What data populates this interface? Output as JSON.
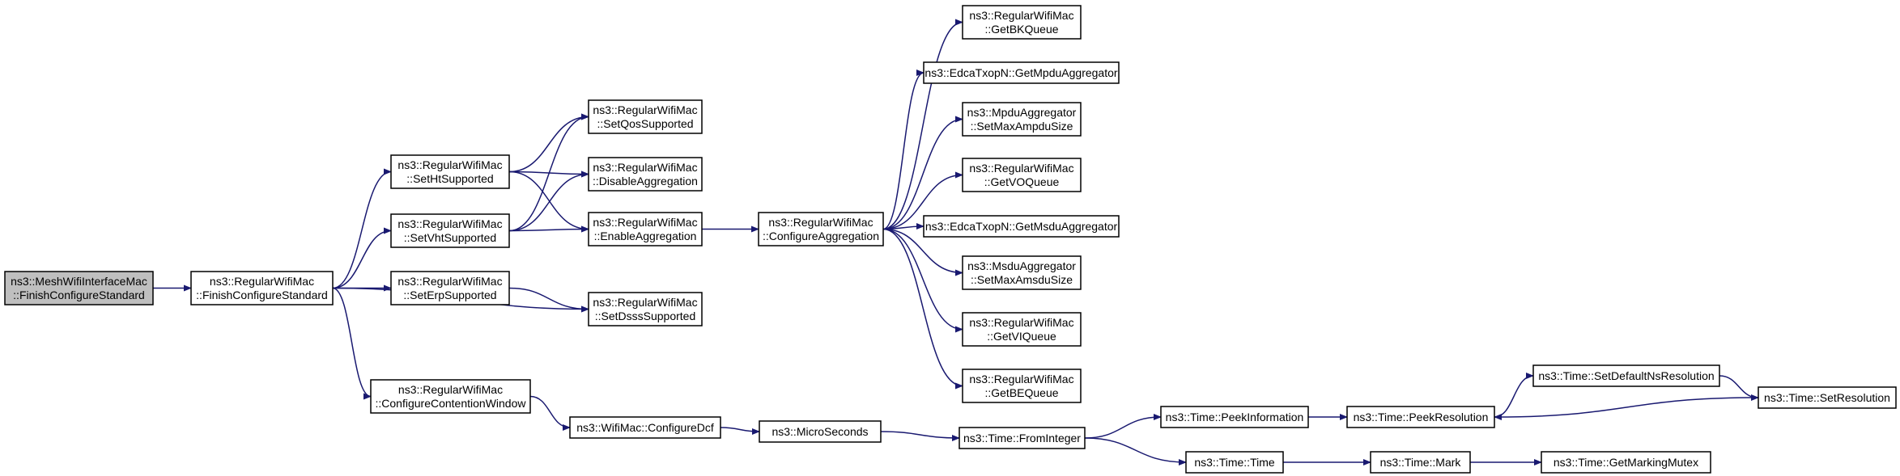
{
  "nodes": [
    {
      "id": "root",
      "lines": [
        "ns3::MeshWifiInterfaceMac",
        "::FinishConfigureStandard"
      ],
      "root": true
    },
    {
      "id": "rw_fcs",
      "lines": [
        "ns3::RegularWifiMac",
        "::FinishConfigureStandard"
      ]
    },
    {
      "id": "rw_setht",
      "lines": [
        "ns3::RegularWifiMac",
        "::SetHtSupported"
      ]
    },
    {
      "id": "rw_setvht",
      "lines": [
        "ns3::RegularWifiMac",
        "::SetVhtSupported"
      ]
    },
    {
      "id": "rw_seterp",
      "lines": [
        "ns3::RegularWifiMac",
        "::SetErpSupported"
      ]
    },
    {
      "id": "rw_ccw",
      "lines": [
        "ns3::RegularWifiMac",
        "::ConfigureContentionWindow"
      ]
    },
    {
      "id": "rw_setqos",
      "lines": [
        "ns3::RegularWifiMac",
        "::SetQosSupported"
      ]
    },
    {
      "id": "rw_disagg",
      "lines": [
        "ns3::RegularWifiMac",
        "::DisableAggregation"
      ]
    },
    {
      "id": "rw_enagg",
      "lines": [
        "ns3::RegularWifiMac",
        "::EnableAggregation"
      ]
    },
    {
      "id": "rw_setdsss",
      "lines": [
        "ns3::RegularWifiMac",
        "::SetDsssSupported"
      ]
    },
    {
      "id": "wm_cdcf",
      "lines": [
        "ns3::WifiMac::ConfigureDcf"
      ]
    },
    {
      "id": "rw_cagg",
      "lines": [
        "ns3::RegularWifiMac",
        "::ConfigureAggregation"
      ]
    },
    {
      "id": "microsec",
      "lines": [
        "ns3::MicroSeconds"
      ]
    },
    {
      "id": "rw_bk",
      "lines": [
        "ns3::RegularWifiMac",
        "::GetBKQueue"
      ]
    },
    {
      "id": "edca_mpdu",
      "lines": [
        "ns3::EdcaTxopN::GetMpduAggregator"
      ]
    },
    {
      "id": "mpdu_setmax",
      "lines": [
        "ns3::MpduAggregator",
        "::SetMaxAmpduSize"
      ]
    },
    {
      "id": "rw_vo",
      "lines": [
        "ns3::RegularWifiMac",
        "::GetVOQueue"
      ]
    },
    {
      "id": "edca_msdu",
      "lines": [
        "ns3::EdcaTxopN::GetMsduAggregator"
      ]
    },
    {
      "id": "msdu_setmax",
      "lines": [
        "ns3::MsduAggregator",
        "::SetMaxAmsduSize"
      ]
    },
    {
      "id": "rw_vi",
      "lines": [
        "ns3::RegularWifiMac",
        "::GetVIQueue"
      ]
    },
    {
      "id": "rw_be",
      "lines": [
        "ns3::RegularWifiMac",
        "::GetBEQueue"
      ]
    },
    {
      "id": "t_fromint",
      "lines": [
        "ns3::Time::FromInteger"
      ]
    },
    {
      "id": "t_peekinfo",
      "lines": [
        "ns3::Time::PeekInformation"
      ]
    },
    {
      "id": "t_time",
      "lines": [
        "ns3::Time::Time"
      ]
    },
    {
      "id": "t_peekres",
      "lines": [
        "ns3::Time::PeekResolution"
      ]
    },
    {
      "id": "t_mark",
      "lines": [
        "ns3::Time::Mark"
      ]
    },
    {
      "id": "t_setdef",
      "lines": [
        "ns3::Time::SetDefaultNsResolution"
      ]
    },
    {
      "id": "t_getmutex",
      "lines": [
        "ns3::Time::GetMarkingMutex"
      ]
    },
    {
      "id": "t_setres",
      "lines": [
        "ns3::Time::SetResolution"
      ]
    }
  ],
  "edges": [
    [
      "root",
      "rw_fcs"
    ],
    [
      "rw_fcs",
      "rw_setht"
    ],
    [
      "rw_fcs",
      "rw_setvht"
    ],
    [
      "rw_fcs",
      "rw_seterp"
    ],
    [
      "rw_fcs",
      "rw_setdsss"
    ],
    [
      "rw_fcs",
      "rw_ccw"
    ],
    [
      "rw_setht",
      "rw_setqos"
    ],
    [
      "rw_setht",
      "rw_disagg"
    ],
    [
      "rw_setht",
      "rw_enagg"
    ],
    [
      "rw_setvht",
      "rw_setqos"
    ],
    [
      "rw_setvht",
      "rw_disagg"
    ],
    [
      "rw_setvht",
      "rw_enagg"
    ],
    [
      "rw_seterp",
      "rw_setdsss"
    ],
    [
      "rw_enagg",
      "rw_cagg"
    ],
    [
      "rw_cagg",
      "rw_bk"
    ],
    [
      "rw_cagg",
      "edca_mpdu"
    ],
    [
      "rw_cagg",
      "mpdu_setmax"
    ],
    [
      "rw_cagg",
      "rw_vo"
    ],
    [
      "rw_cagg",
      "edca_msdu"
    ],
    [
      "rw_cagg",
      "msdu_setmax"
    ],
    [
      "rw_cagg",
      "rw_vi"
    ],
    [
      "rw_cagg",
      "rw_be"
    ],
    [
      "rw_ccw",
      "wm_cdcf"
    ],
    [
      "wm_cdcf",
      "microsec"
    ],
    [
      "microsec",
      "t_fromint"
    ],
    [
      "t_fromint",
      "t_peekinfo"
    ],
    [
      "t_fromint",
      "t_time"
    ],
    [
      "t_peekinfo",
      "t_peekres"
    ],
    [
      "t_peekres",
      "t_setdef"
    ],
    [
      "t_setdef",
      "t_setres"
    ],
    [
      "t_setres",
      "t_peekres"
    ],
    [
      "t_time",
      "t_mark"
    ],
    [
      "t_mark",
      "t_getmutex"
    ]
  ]
}
